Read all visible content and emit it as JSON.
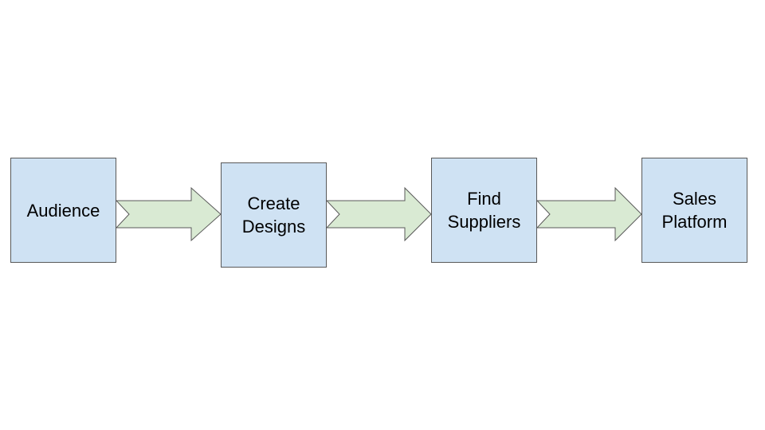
{
  "diagram": {
    "type": "process-flow",
    "steps": [
      {
        "label": "Audience"
      },
      {
        "label": "Create\nDesigns"
      },
      {
        "label": "Find\nSuppliers"
      },
      {
        "label": "Sales\nPlatform"
      }
    ],
    "connectors": [
      {
        "from": 0,
        "to": 1,
        "shape": "notched-right-arrow"
      },
      {
        "from": 1,
        "to": 2,
        "shape": "notched-right-arrow"
      },
      {
        "from": 2,
        "to": 3,
        "shape": "notched-right-arrow"
      }
    ],
    "colors": {
      "box_fill": "#cfe2f3",
      "arrow_fill": "#d9ead3",
      "outline": "#595959",
      "text": "#000000"
    }
  }
}
